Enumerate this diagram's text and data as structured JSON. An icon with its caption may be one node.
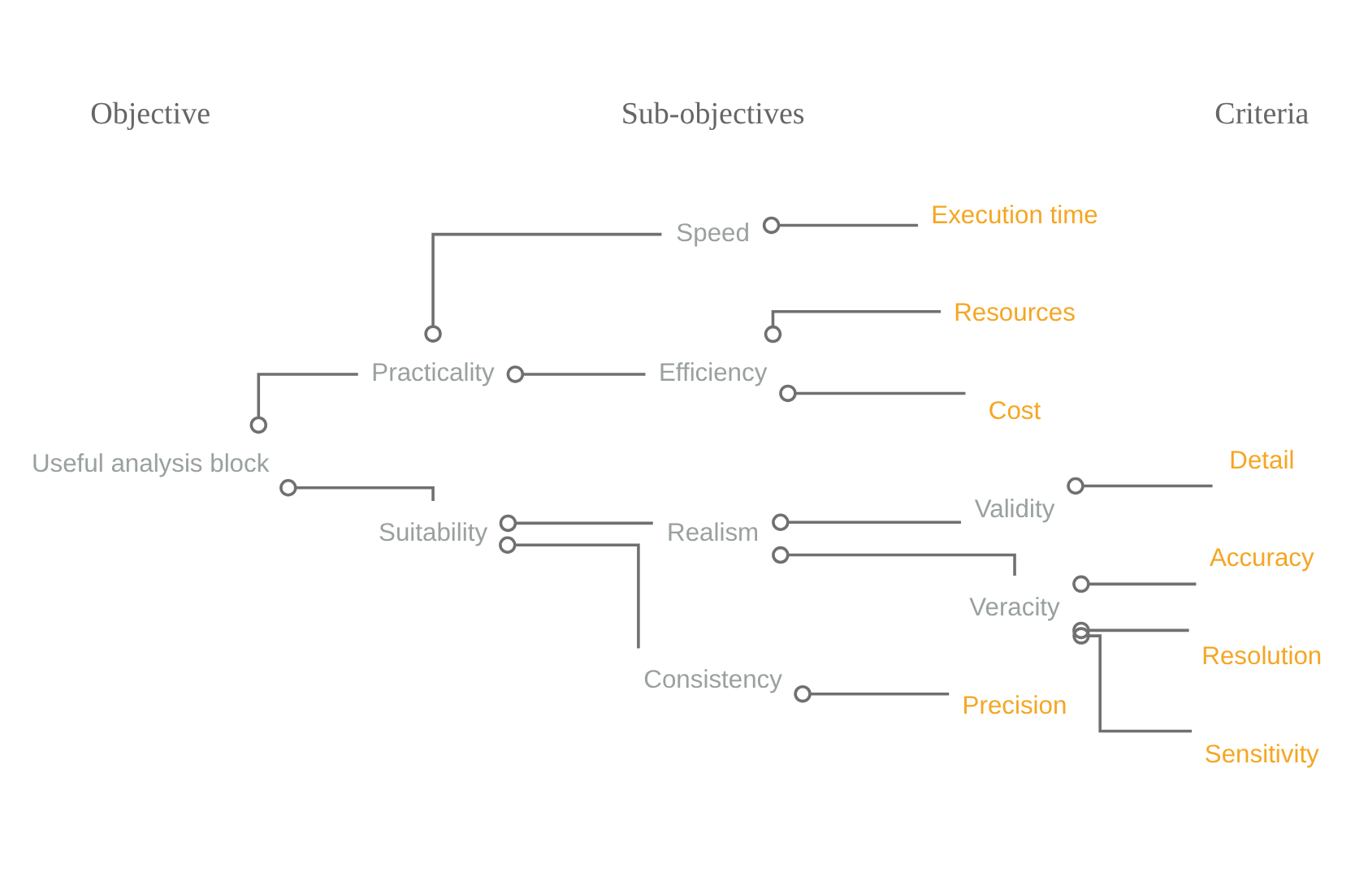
{
  "diagram": {
    "nodes": [
      {
        "text": [
          "Useful analysis block"
        ]
      },
      {
        "text": [
          "Practicality"
        ]
      },
      {
        "text": [
          "Speed"
        ]
      },
      {
        "text": [
          "Execution time"
        ]
      },
      {
        "text": [
          "Efficiency"
        ]
      },
      {
        "text": [
          "Resources"
        ]
      },
      {
        "text": [
          "Cost"
        ]
      },
      {
        "text": [
          "Suitability"
        ]
      },
      {
        "text": [
          "Realism"
        ]
      },
      {
        "text": [
          "Validity"
        ]
      },
      {
        "text": [
          "Detail"
        ]
      },
      {
        "text": [
          "Veracity"
        ]
      },
      {
        "text": [
          "Accuracy"
        ]
      },
      {
        "text": [
          "Resolution"
        ]
      },
      {
        "text": [
          "Sensitivity"
        ]
      },
      {
        "text": [
          "Consistency"
        ]
      },
      {
        "text": [
          "Precision"
        ]
      }
    ],
    "edges": [
      {
        "from": 0,
        "to": 1,
        "arrow": "other"
      },
      {
        "from": 0,
        "to": 7,
        "arrow": "other"
      },
      {
        "from": 1,
        "to": 2,
        "arrow": "other"
      },
      {
        "from": 1,
        "to": 4,
        "arrow": "other"
      },
      {
        "from": 2,
        "to": 3,
        "arrow": "other"
      },
      {
        "from": 4,
        "to": 5,
        "arrow": "other"
      },
      {
        "from": 4,
        "to": 6,
        "arrow": "other"
      },
      {
        "from": 7,
        "to": 8,
        "arrow": "other"
      },
      {
        "from": 7,
        "to": 15,
        "arrow": "other"
      },
      {
        "from": 8,
        "to": 9,
        "arrow": "other"
      },
      {
        "from": 8,
        "to": 11,
        "arrow": "other"
      },
      {
        "from": 9,
        "to": 10,
        "arrow": "other"
      },
      {
        "from": 11,
        "to": 12,
        "arrow": "other"
      },
      {
        "from": 11,
        "to": 13,
        "arrow": "other"
      },
      {
        "from": 11,
        "to": 14,
        "arrow": "other"
      },
      {
        "from": 15,
        "to": 16,
        "arrow": "other"
      }
    ],
    "labels": [
      "Objective",
      "Sub-objectives",
      "Criteria"
    ]
  }
}
